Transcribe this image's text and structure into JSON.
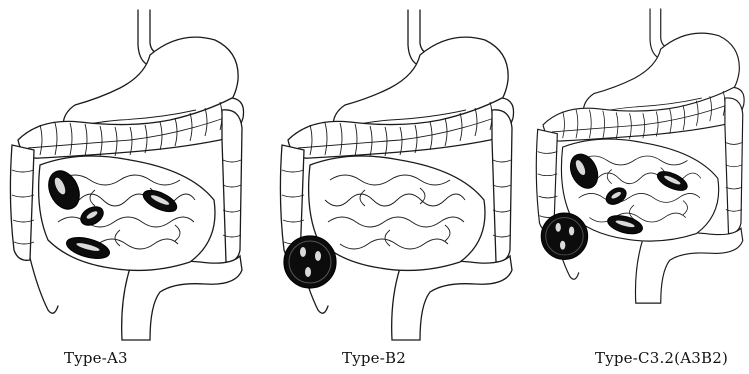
{
  "panels": [
    {
      "caption": "Type-A3"
    },
    {
      "caption": "Type-B2"
    },
    {
      "caption": "Type-C3.2(A3B2)"
    }
  ]
}
